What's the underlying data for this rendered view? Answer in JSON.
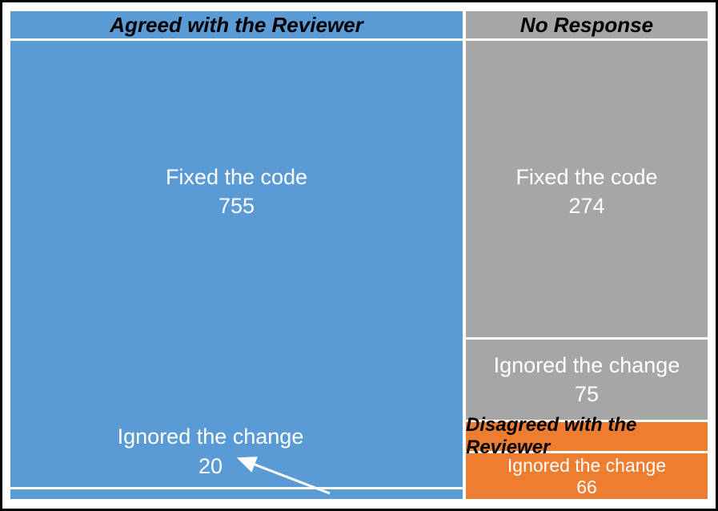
{
  "colors": {
    "blue": "#5B9BD5",
    "gray": "#A6A6A6",
    "orange": "#ED7D31",
    "label_text": "#FFFFFF",
    "header_text": "#000000"
  },
  "agreed": {
    "header": "Agreed with the Reviewer",
    "fixed": {
      "label": "Fixed the code",
      "value": "755"
    },
    "ignored": {
      "label": "Ignored the change",
      "value": "20"
    }
  },
  "no_response": {
    "header": "No Response",
    "fixed": {
      "label": "Fixed the code",
      "value": "274"
    },
    "ignored": {
      "label": "Ignored the change",
      "value": "75"
    }
  },
  "disagreed": {
    "header": "Disagreed with the Reviewer",
    "ignored": {
      "label": "Ignored the change",
      "value": "66"
    }
  },
  "chart_data": {
    "type": "treemap",
    "title": "",
    "legend_position": "none",
    "grid": false,
    "groups": [
      {
        "name": "Agreed with the Reviewer",
        "color": "#5B9BD5",
        "total": 775,
        "children": [
          {
            "name": "Fixed the code",
            "value": 755
          },
          {
            "name": "Ignored the change",
            "value": 20
          }
        ]
      },
      {
        "name": "No Response",
        "color": "#A6A6A6",
        "total": 349,
        "children": [
          {
            "name": "Fixed the code",
            "value": 274
          },
          {
            "name": "Ignored the change",
            "value": 75
          }
        ]
      },
      {
        "name": "Disagreed with the Reviewer",
        "color": "#ED7D31",
        "total": 66,
        "children": [
          {
            "name": "Ignored the change",
            "value": 66
          }
        ]
      }
    ],
    "layout_hints": {
      "left_column": "Agreed with the Reviewer",
      "right_column": "No Response above Disagreed with the Reviewer",
      "annotation_arrow_target": "Ignored the change 20 sliver"
    }
  }
}
